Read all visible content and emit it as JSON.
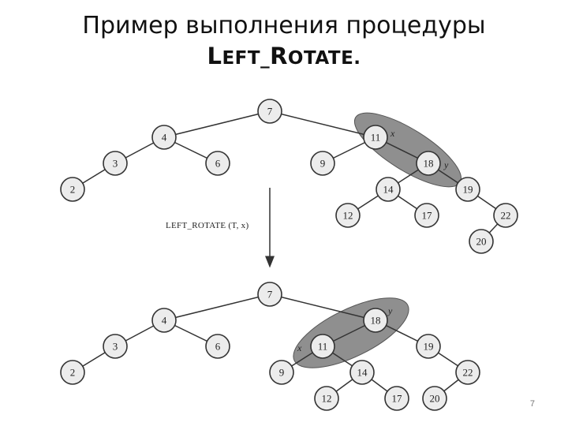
{
  "title": {
    "line1": "Пример выполнения процедуры",
    "line2_L": "L",
    "line2_eft": "EFT",
    "line2_us": "_",
    "line2_R": "R",
    "line2_otate": "OTATE",
    "line2_dot": "."
  },
  "operation_label": "LEFT_ROTATE (T, x)",
  "x_label": "x",
  "y_label": "y",
  "page_number": "7",
  "tree_before": [
    "7",
    "4",
    "11",
    "3",
    "6",
    "9",
    "18",
    "2",
    "14",
    "19",
    "12",
    "17",
    "22",
    "20"
  ],
  "tree_after": [
    "7",
    "4",
    "18",
    "3",
    "6",
    "11",
    "19",
    "2",
    "9",
    "14",
    "22",
    "12",
    "17",
    "20"
  ],
  "colors": {
    "node_fill": "#ececec",
    "highlight": "#8f8f8f"
  }
}
